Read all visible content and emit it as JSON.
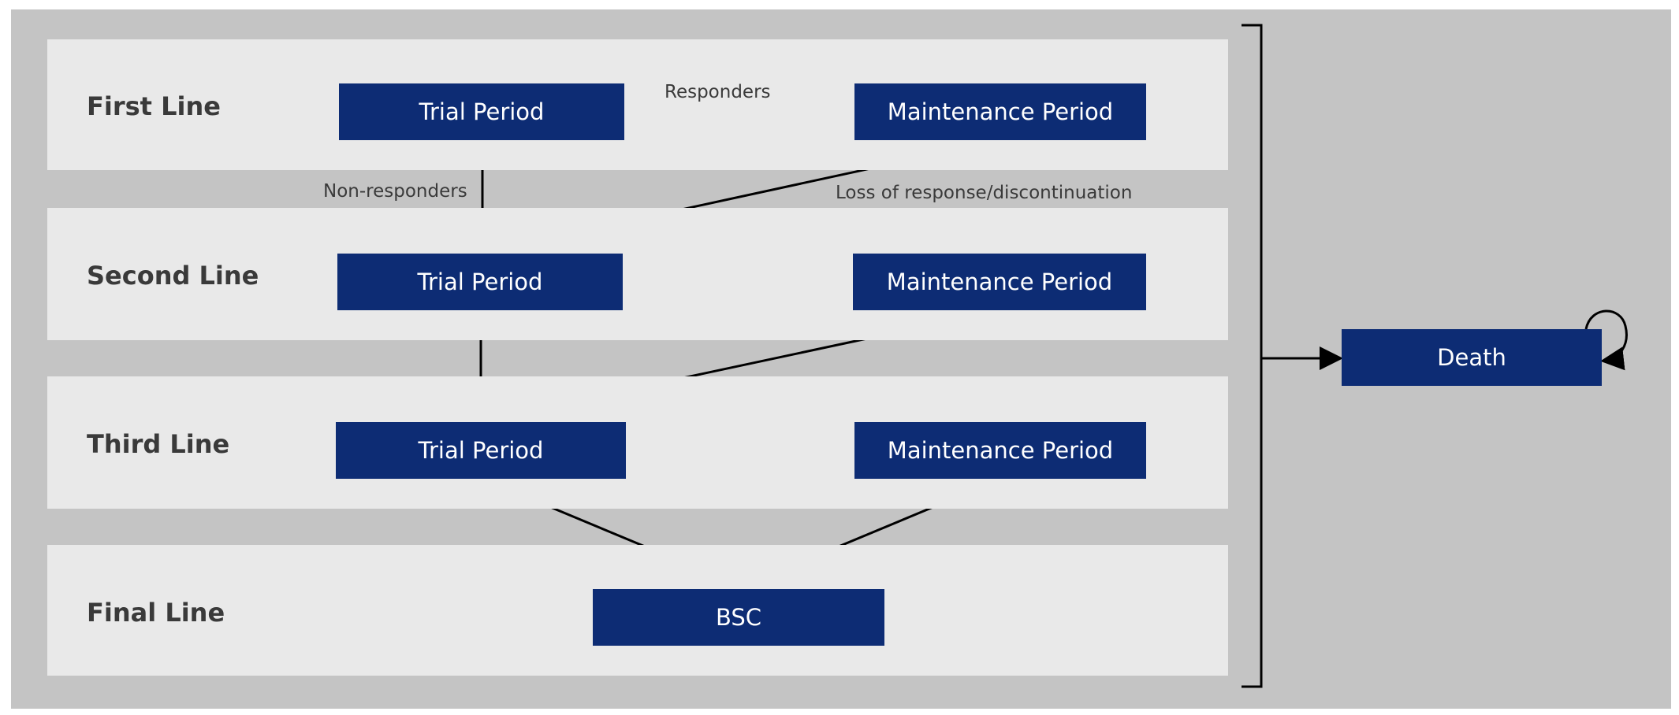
{
  "lines": [
    {
      "id": "first",
      "label": "First Line"
    },
    {
      "id": "second",
      "label": "Second Line"
    },
    {
      "id": "third",
      "label": "Third Line"
    },
    {
      "id": "final",
      "label": "Final Line"
    }
  ],
  "states": {
    "trial_1": "Trial Period",
    "maint_1": "Maintenance Period",
    "trial_2": "Trial Period",
    "maint_2": "Maintenance Period",
    "trial_3": "Trial Period",
    "maint_3": "Maintenance Period",
    "bsc": "BSC",
    "death": "Death"
  },
  "edge_labels": {
    "responders": "Responders",
    "non_responders": "Non-responders",
    "loss_of_response": "Loss of response/discontinuation"
  },
  "colors": {
    "outer_background": "#c4c4c4",
    "line_band": "#e9e9e9",
    "state_box": "#0d2c74",
    "state_text": "#ffffff",
    "arrow": "#000000"
  }
}
